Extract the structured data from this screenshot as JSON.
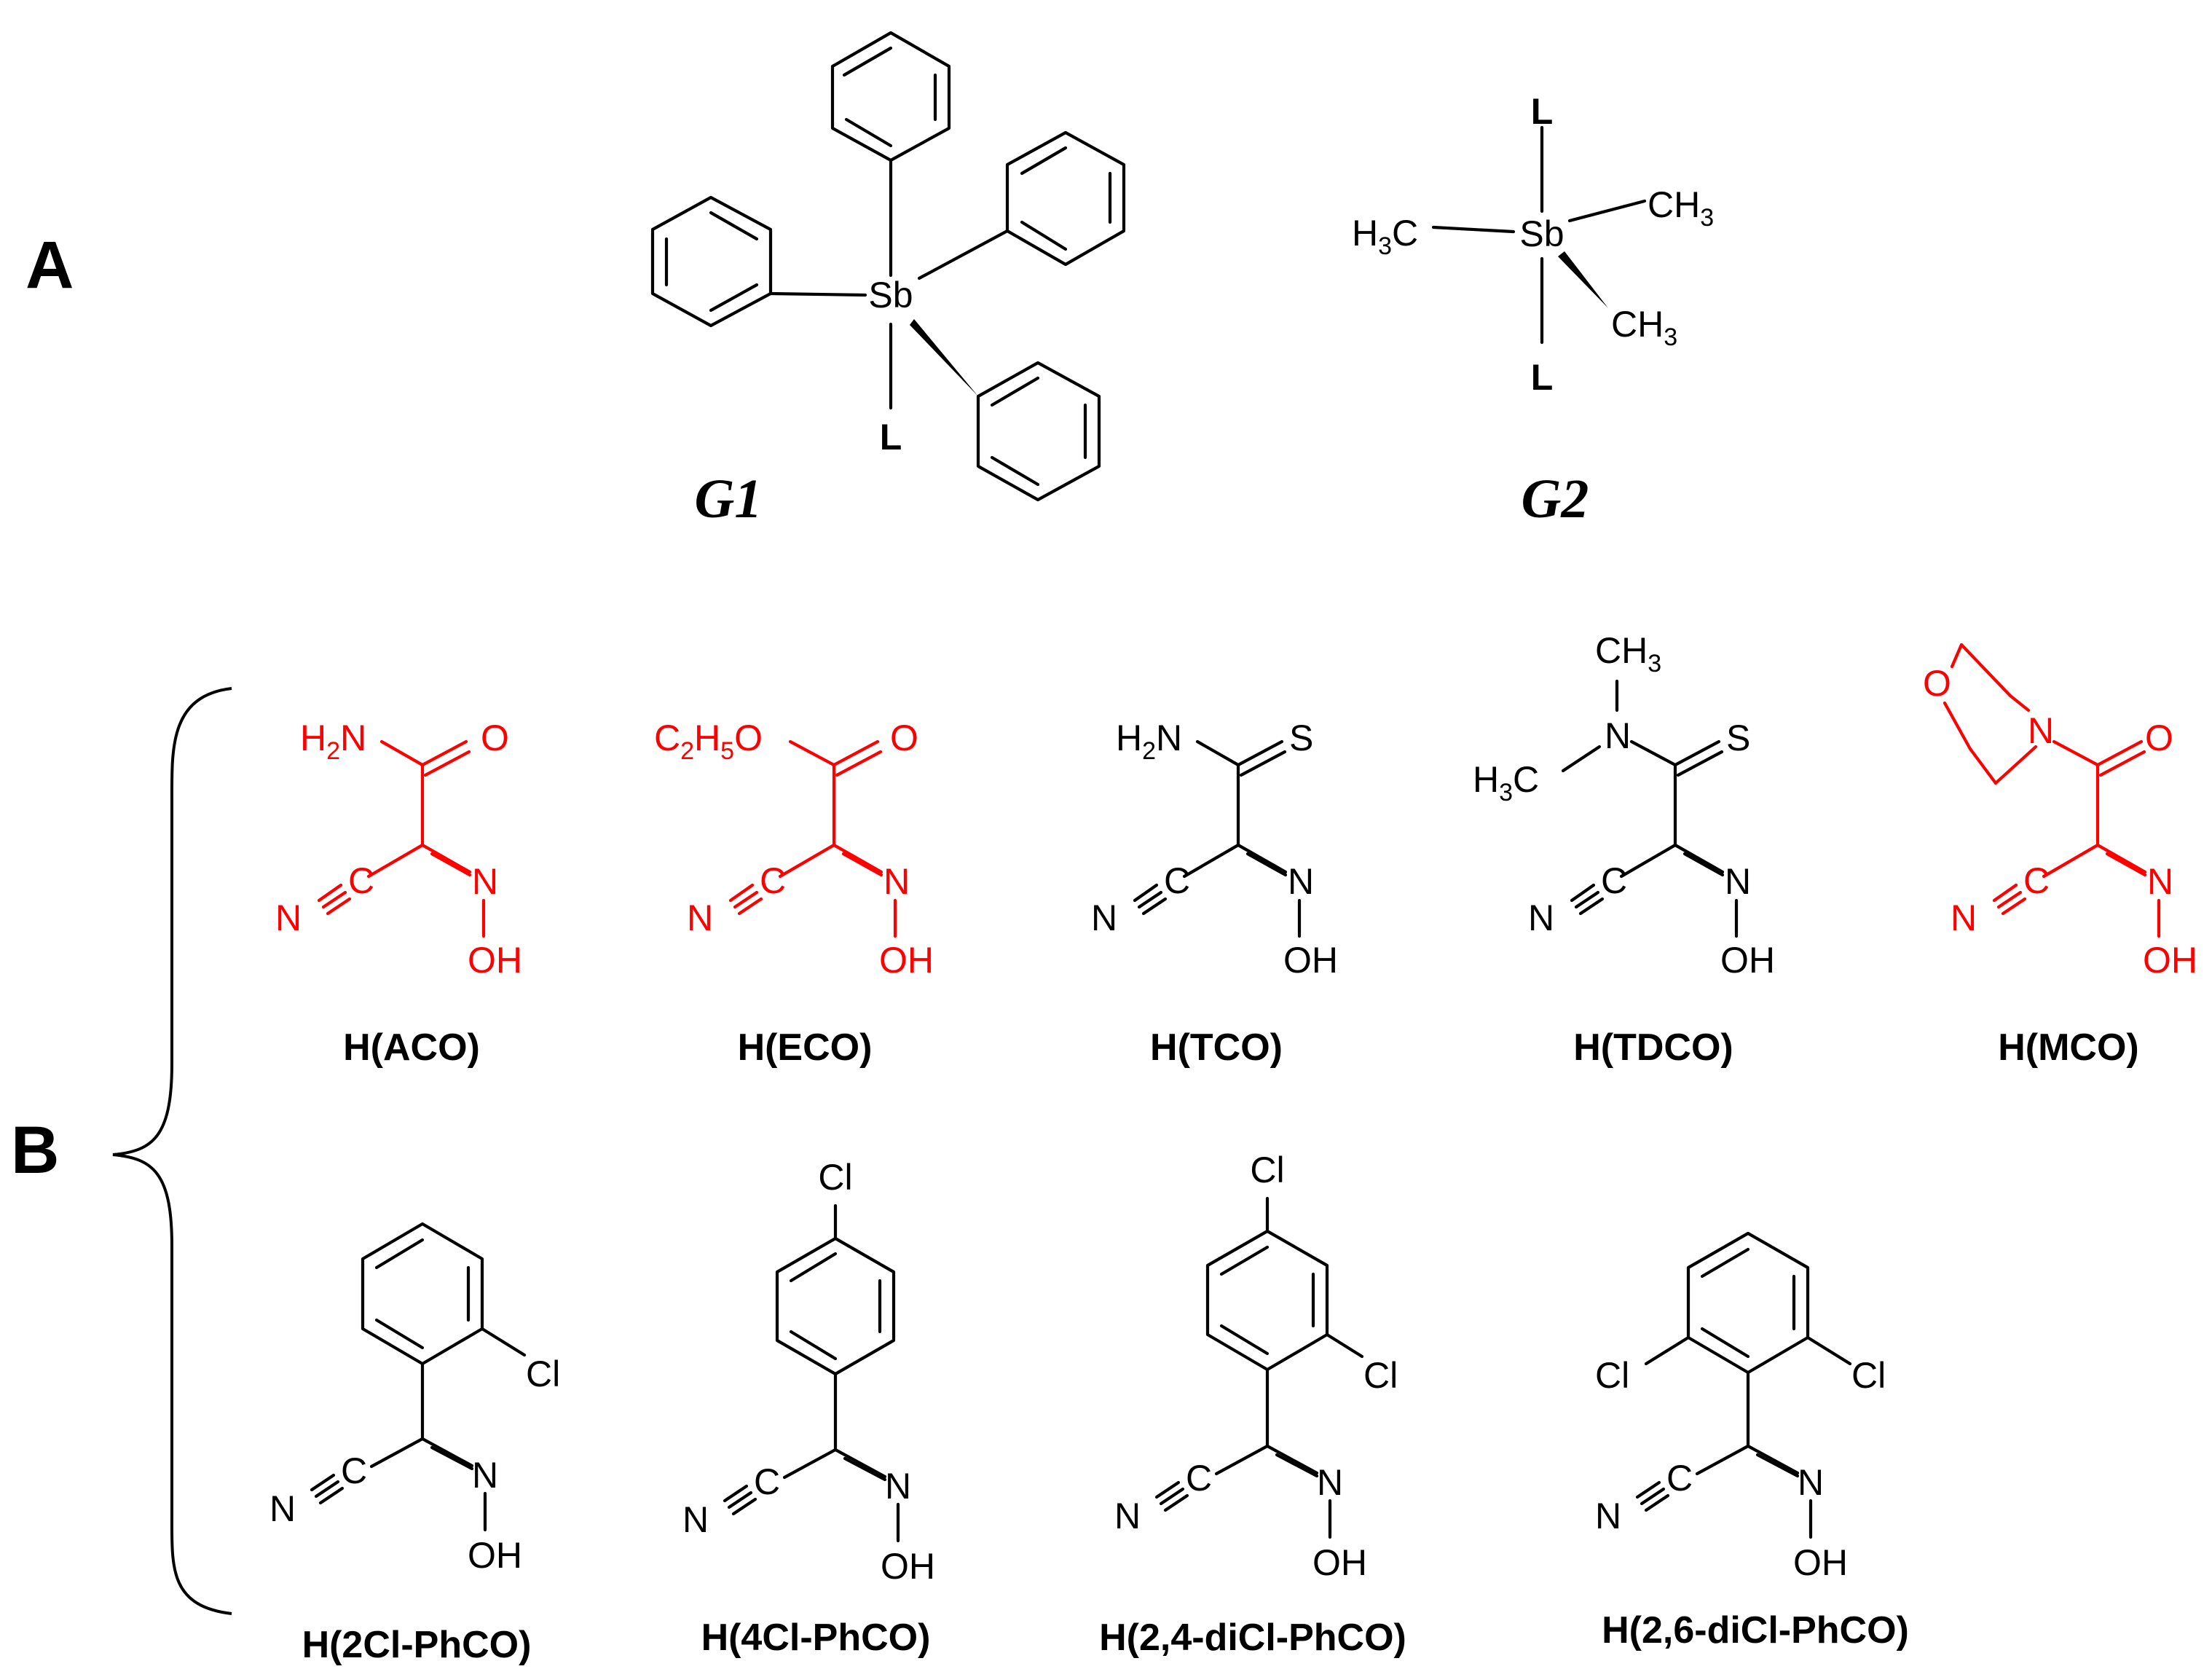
{
  "panels": {
    "a": "A",
    "b": "B"
  },
  "complexes": [
    {
      "name": "G1",
      "metal": "Sb",
      "ligand": "L"
    },
    {
      "name": "G2",
      "metal": "Sb",
      "ligand_top": "L",
      "ligand_bottom": "L",
      "methyl_left": [
        "H",
        "3",
        "C"
      ],
      "methyl_right": [
        "CH",
        "3"
      ],
      "methyl_wedge": [
        "CH",
        "3"
      ]
    }
  ],
  "oxime_atoms": {
    "nitrile_n": "N",
    "nitrile_c": "C",
    "oxime_n": "N",
    "hydroxyl": "OH"
  },
  "ligands_top": [
    {
      "name": "H(ACO)",
      "substituent": [
        "H",
        "2",
        "N"
      ],
      "terminal": "O",
      "color": "#ff0000"
    },
    {
      "name": "H(ECO)",
      "substituent": [
        "C",
        "2",
        "H",
        "5",
        "O"
      ],
      "terminal": "O",
      "color": "#ff0000"
    },
    {
      "name": "H(TCO)",
      "substituent": [
        "H",
        "2",
        "N"
      ],
      "terminal": "S",
      "color": "#000000"
    },
    {
      "name": "H(TDCO)",
      "amine_n": "N",
      "methyl_top": [
        "CH",
        "3"
      ],
      "methyl_left": [
        "H",
        "3",
        "C"
      ],
      "terminal": "S",
      "color": "#000000"
    },
    {
      "name": "H(MCO)",
      "ring_o": "O",
      "ring_n": "N",
      "terminal": "O",
      "color": "#ff0000"
    }
  ],
  "ligands_bottom": [
    {
      "name": "H(2Cl-PhCO)",
      "chlorines": [
        "Cl"
      ]
    },
    {
      "name": "H(4Cl-PhCO)",
      "chlorines": [
        "Cl"
      ]
    },
    {
      "name": "H(2,4-diCl-PhCO)",
      "chlorines": [
        "Cl",
        "Cl"
      ]
    },
    {
      "name": "H(2,6-diCl-PhCO)",
      "chlorines": [
        "Cl",
        "Cl"
      ]
    }
  ]
}
